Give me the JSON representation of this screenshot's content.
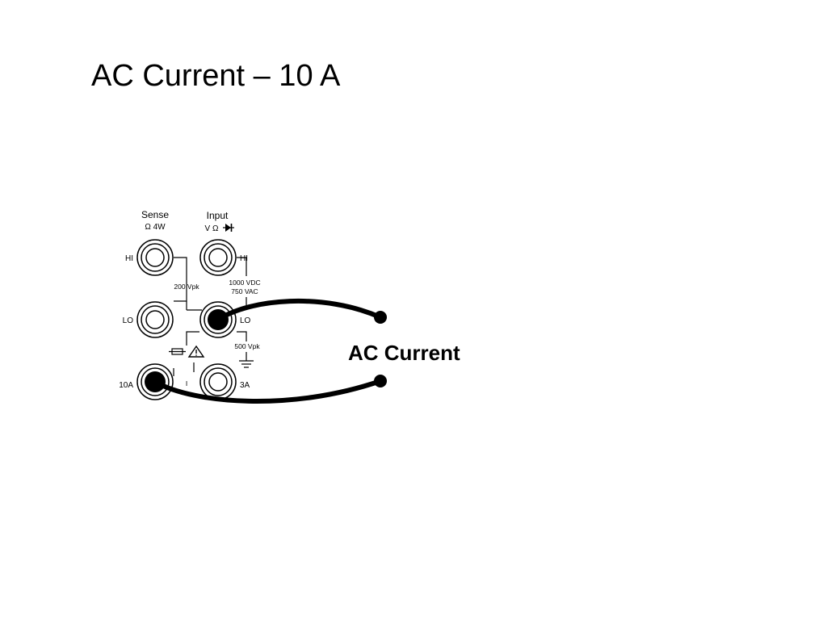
{
  "slide": {
    "title": "AC Current – 10 A"
  },
  "panel": {
    "sense_heading": "Sense",
    "sense_sub": "Ω 4W",
    "input_heading": "Input",
    "input_sub": "V Ω",
    "diode_icon": "diode-icon",
    "fuse_icon": "fuse-icon",
    "warning_icon": "warning-triangle-icon",
    "ground_icon": "ground-icon",
    "terminals": {
      "sense_hi": "HI",
      "sense_lo": "LO",
      "input_hi": "HI",
      "input_lo": "LO",
      "amps_10": "10A",
      "amps_3": "3A"
    },
    "ratings": {
      "sense_limit": "200 Vpk",
      "input_dc": "1000 VDC",
      "input_ac": "750 VAC",
      "lo_limit": "500 Vpk",
      "current_marker": "I"
    },
    "colors": {
      "ink": "#000000",
      "jack_fill": "#ffffff",
      "lead": "#000000"
    }
  },
  "measurement": {
    "label": "AC Current"
  }
}
